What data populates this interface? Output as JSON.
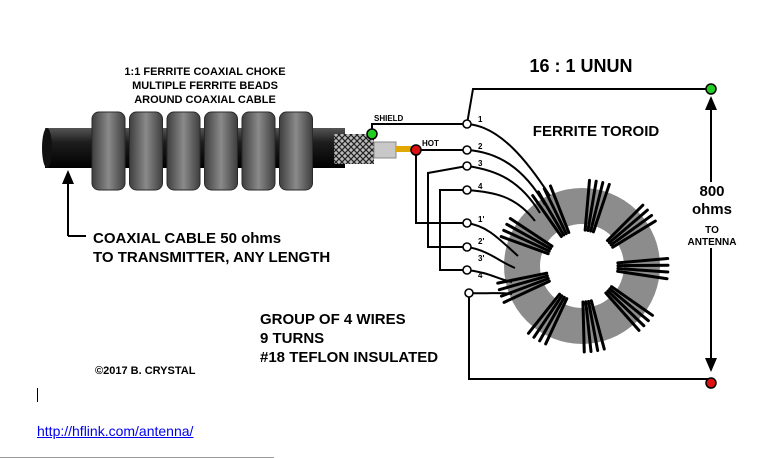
{
  "diagram": {
    "choke_title": [
      "1:1 FERRITE COAXIAL CHOKE",
      "MULTIPLE FERRITE BEADS",
      "AROUND COAXIAL CABLE"
    ],
    "unun_title": "16 : 1 UNUN",
    "toroid_label": "FERRITE TOROID",
    "shield_label": "SHIELD",
    "hot_label": "HOT",
    "coax_label": [
      "COAXIAL CABLE  50 ohms",
      "TO TRANSMITTER, ANY LENGTH"
    ],
    "impedance": [
      "800",
      "ohms"
    ],
    "to_antenna": [
      "TO",
      "ANTENNA"
    ],
    "wire_group": [
      "GROUP OF 4 WIRES",
      "9 TURNS",
      "#18 TEFLON INSULATED"
    ],
    "copyright": "©2017 B. CRYSTAL",
    "terminals": [
      "1",
      "2",
      "3",
      "4",
      "1'",
      "2'",
      "3'",
      "4'"
    ],
    "colors": {
      "shield_terminal": "#22cc22",
      "hot_terminal": "#dd1111",
      "top_output": "#22cc22",
      "bottom_output": "#dd1111",
      "toroid": "#8c8c8c",
      "bead": "#6e6e6e"
    }
  },
  "footer": {
    "link_text": "http://hflink.com/antenna/"
  }
}
